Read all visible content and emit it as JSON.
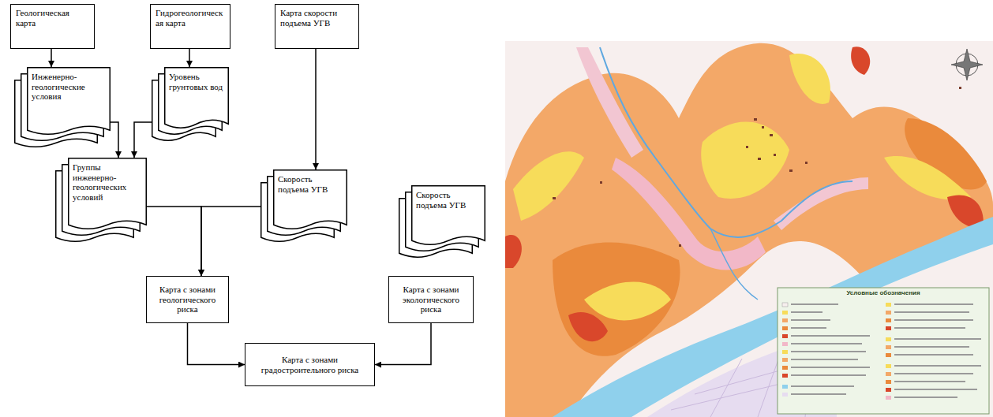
{
  "diagram": {
    "nodes": [
      {
        "text": [
          "Геологическая карта"
        ]
      },
      {
        "text": [
          "Гидрогеологическая карта"
        ]
      },
      {
        "text": [
          "Карта скорости подъема УГВ"
        ]
      },
      {
        "text": [
          "Инженерно-геологические условия"
        ]
      },
      {
        "text": [
          "Уровень грунтовых вод"
        ]
      },
      {
        "text": [
          "Группы инженерно-геологических условий"
        ]
      },
      {
        "text": [
          "Скорость подъема УГВ"
        ]
      },
      {
        "text": [
          "Скорость подъема УГВ"
        ]
      },
      {
        "text": [
          "Карта с зонами геологического риска"
        ]
      },
      {
        "text": [
          "Карта с зонами экологического риска"
        ]
      },
      {
        "text": [
          "Карта с зонами градостроительного риска"
        ]
      }
    ],
    "edges": [
      {
        "from": 0,
        "to": 3,
        "arrow": "to"
      },
      {
        "from": 1,
        "to": 4,
        "arrow": "to"
      },
      {
        "from": 2,
        "to": 6,
        "arrow": "to"
      },
      {
        "from": 3,
        "to": 5,
        "arrow": "to"
      },
      {
        "from": 4,
        "to": 5,
        "arrow": "to"
      },
      {
        "from": 5,
        "to": 8,
        "arrow": "to"
      },
      {
        "from": 6,
        "to": 8,
        "arrow": "to"
      },
      {
        "from": 8,
        "to": 10,
        "arrow": "to"
      },
      {
        "from": 9,
        "to": 10,
        "arrow": "to"
      }
    ],
    "labels": [
      "Условные обозначения"
    ]
  }
}
